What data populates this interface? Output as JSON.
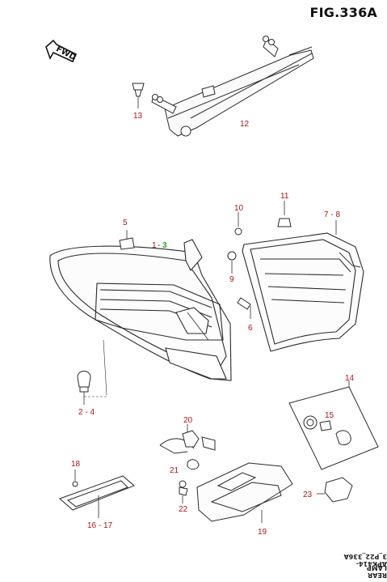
{
  "figure": {
    "title": "FIG.336A",
    "footer_code": "APK414-3_P22_336A",
    "footer_name": "REAR LAMP",
    "direction_label": "FWD"
  },
  "callouts": {
    "c13": "13",
    "c12": "12",
    "c5": "5",
    "c1": "1",
    "c1dash": "-",
    "c3": "3",
    "c10": "10",
    "c11": "11",
    "c7_8": "7 - 8",
    "c9": "9",
    "c6": "6",
    "c2_4": "2 - 4",
    "c14": "14",
    "c15": "15",
    "c20": "20",
    "c18": "18",
    "c21": "21",
    "c22": "22",
    "c23": "23",
    "c16_17": "16 - 17",
    "c19": "19"
  },
  "colors": {
    "callout": "#b01515",
    "highlight": "#1faa2b",
    "line": "#2a2a2a"
  }
}
